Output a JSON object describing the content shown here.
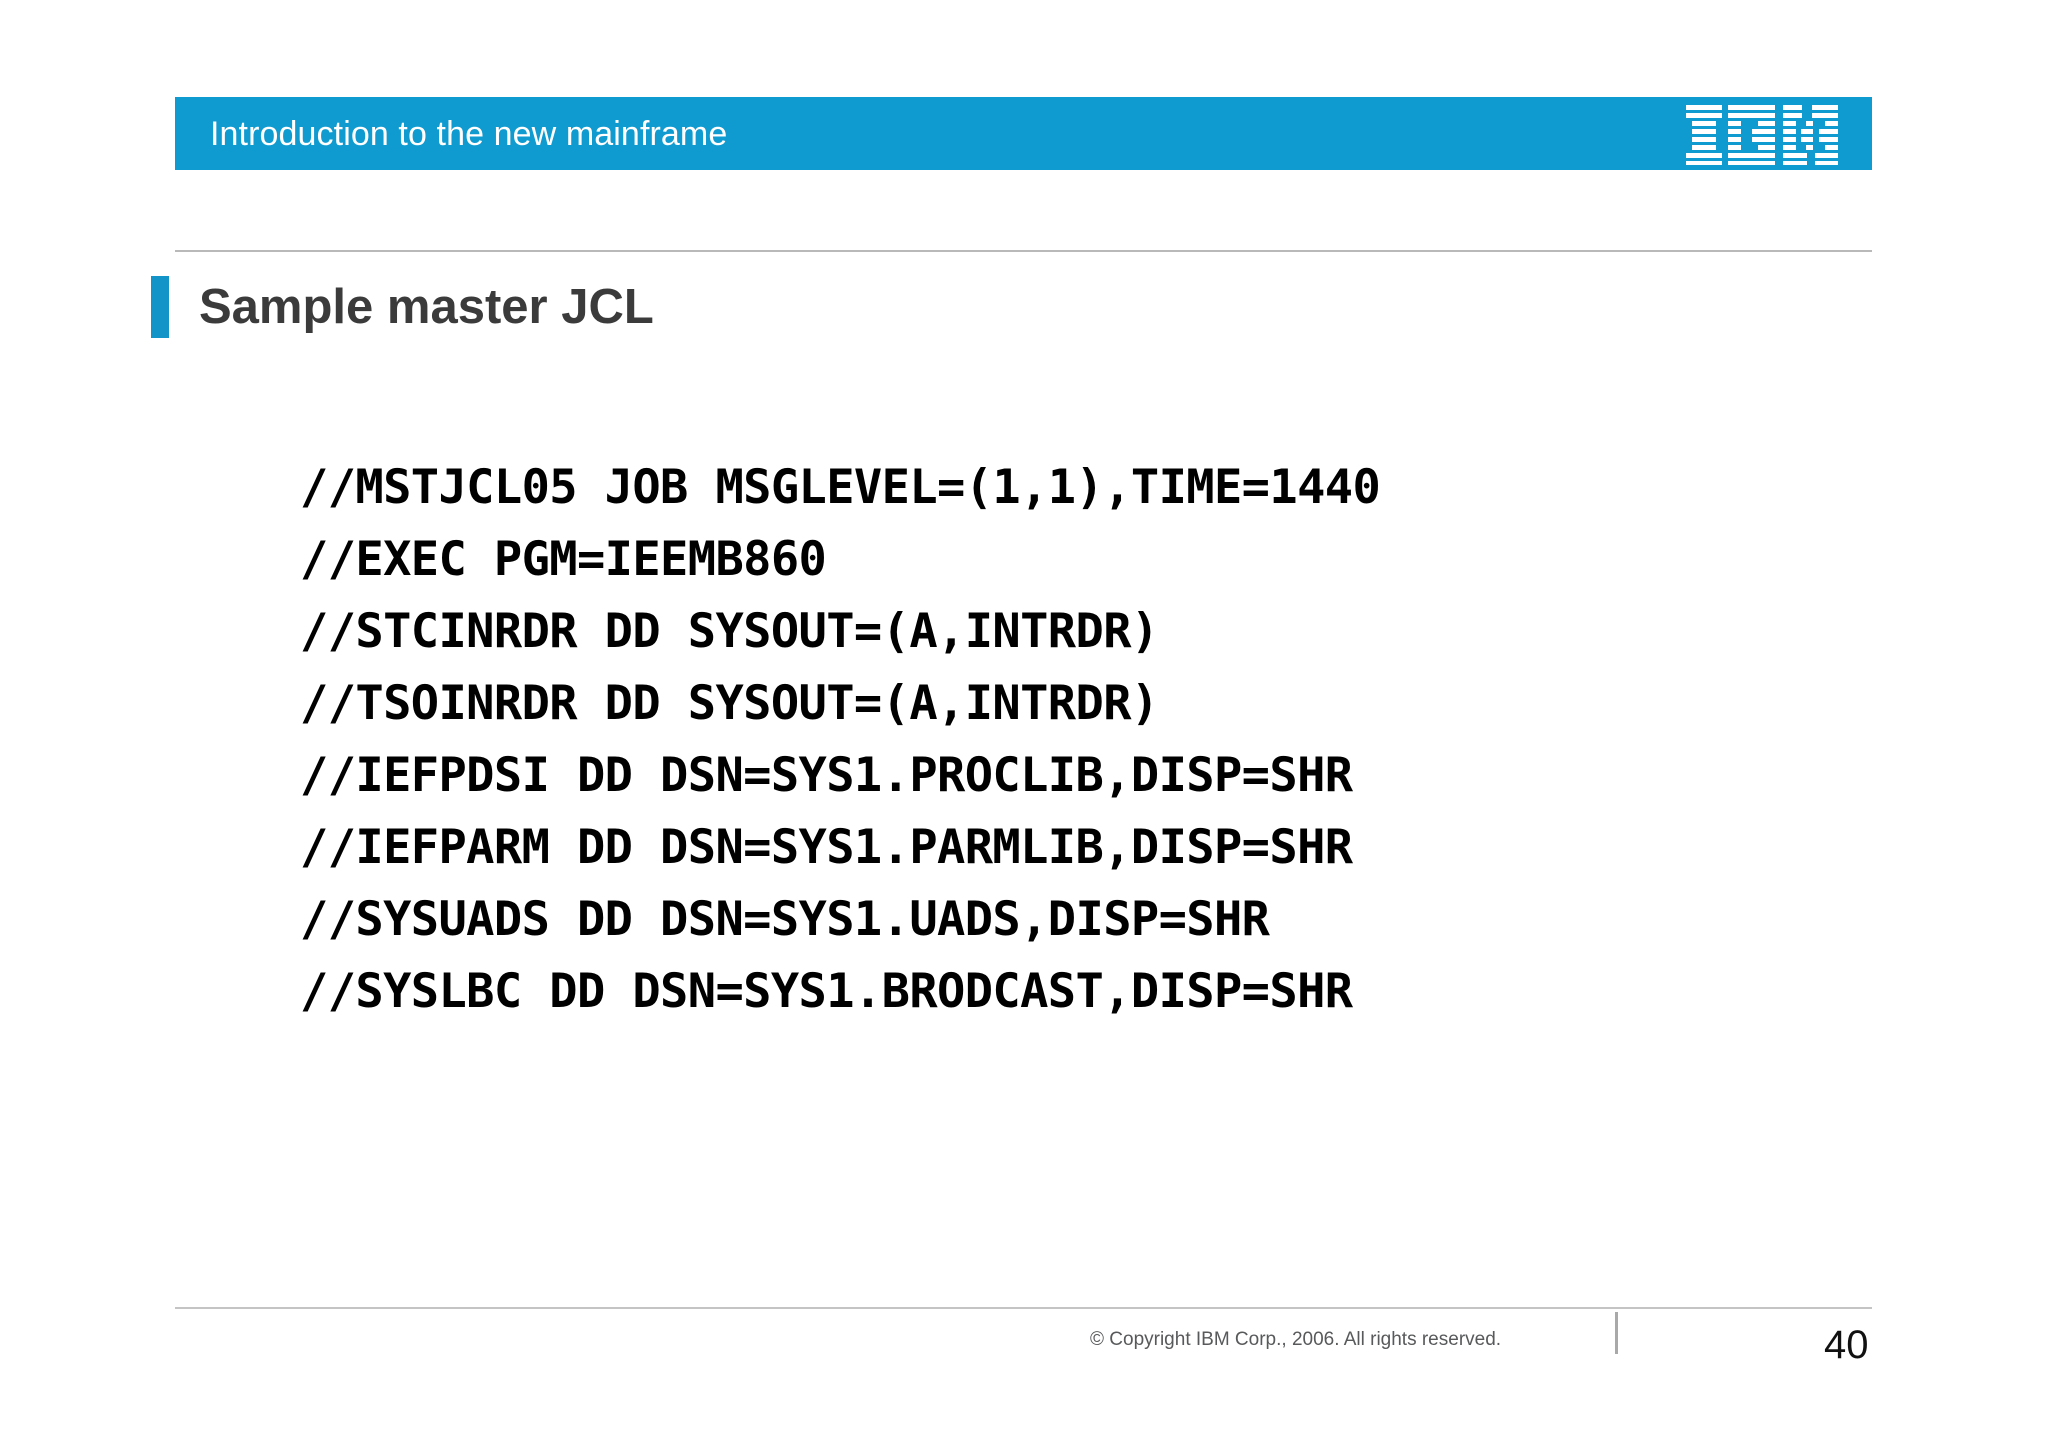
{
  "header": {
    "title": "Introduction to the new mainframe",
    "logo_alt": "IBM",
    "band_color": "#0f9bd0"
  },
  "title": {
    "text": "Sample master JCL",
    "accent_color": "#1394c8",
    "text_color": "#3b3b3b"
  },
  "code": {
    "language": "JCL",
    "lines": [
      "//MSTJCL05 JOB MSGLEVEL=(1,1),TIME=1440",
      "//EXEC PGM=IEEMB860",
      "//STCINRDR DD SYSOUT=(A,INTRDR)",
      "//TSOINRDR DD SYSOUT=(A,INTRDR)",
      "//IEFPDSI DD DSN=SYS1.PROCLIB,DISP=SHR",
      "//IEFPARM DD DSN=SYS1.PARMLIB,DISP=SHR",
      "//SYSUADS DD DSN=SYS1.UADS,DISP=SHR",
      "//SYSLBC DD DSN=SYS1.BRODCAST,DISP=SHR"
    ]
  },
  "footer": {
    "copyright": "© Copyright IBM Corp., 2006. All rights reserved.",
    "page_number": "40"
  }
}
